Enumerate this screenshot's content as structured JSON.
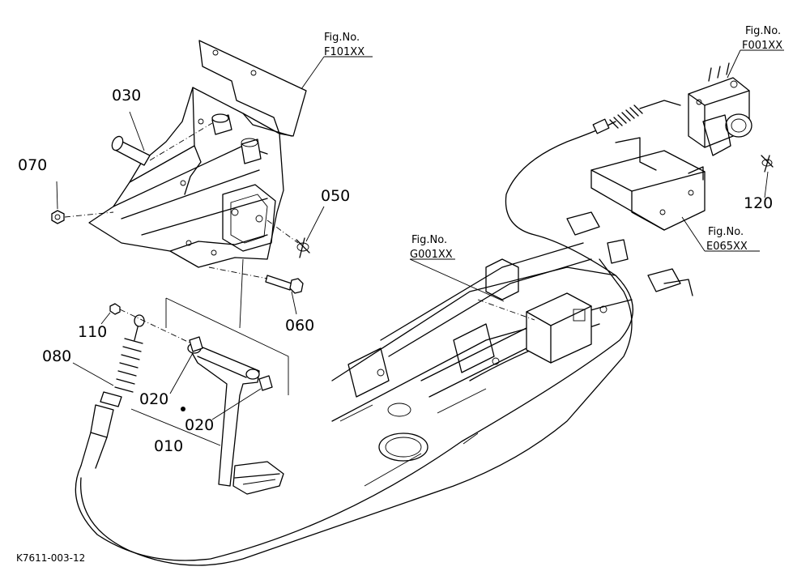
{
  "callouts": {
    "c030": "030",
    "c070": "070",
    "c050": "050",
    "c060": "060",
    "c110": "110",
    "c080": "080",
    "c020a": "020",
    "c020b": "020",
    "c010": "010",
    "c120": "120"
  },
  "fig_refs": {
    "f101": {
      "label": "Fig.No.",
      "code": "F101XX"
    },
    "f001": {
      "label": "Fig.No.",
      "code": "F001XX"
    },
    "e065": {
      "label": "Fig.No.",
      "code": "E065XX"
    },
    "g001": {
      "label": "Fig.No.",
      "code": "G001XX"
    }
  },
  "drawing_code": "K7611-003-12"
}
